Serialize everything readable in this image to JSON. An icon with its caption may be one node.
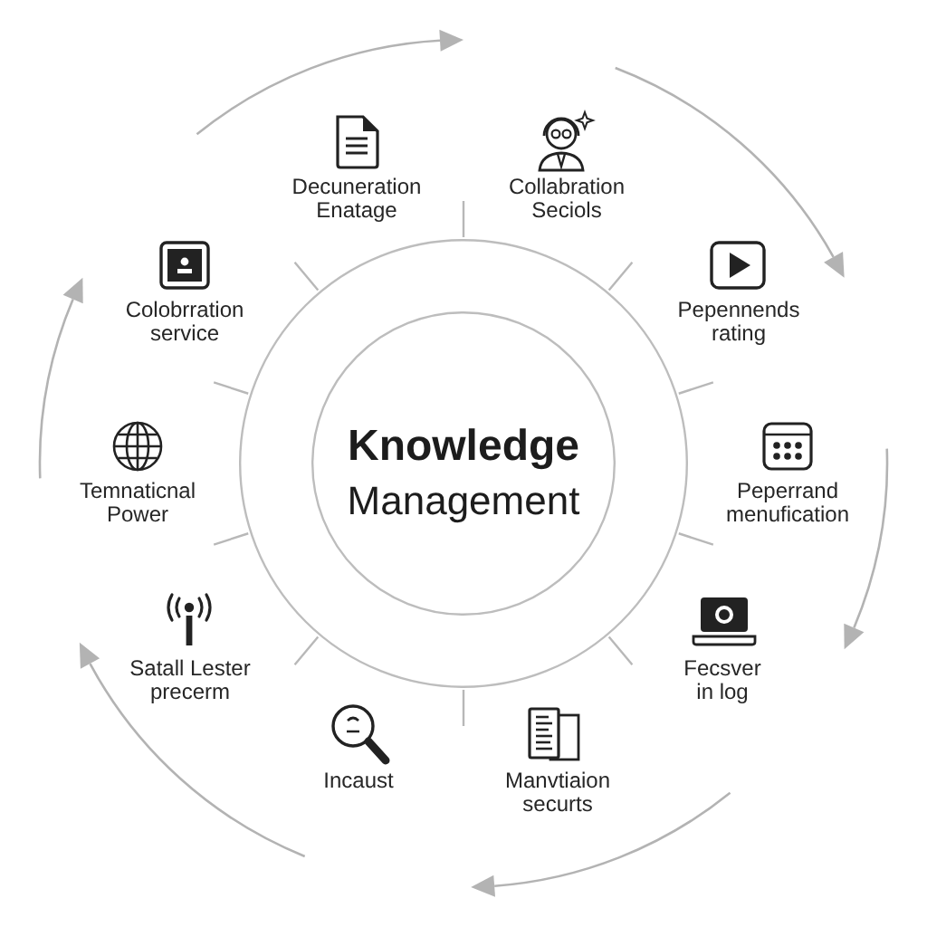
{
  "diagram": {
    "nodes": [
      {
        "text": [],
        "shape": "circle"
      },
      {
        "text": [
          "Knowledge",
          "Management"
        ],
        "in": 0
      }
    ],
    "labels": [
      "Decuneration Enatage",
      "Collabration Seciols",
      "Colobrration service",
      "Pepennends rating",
      "Temnaticnal Power",
      "Peperrand menufication",
      "Satall Lester precerm",
      "Fecsver in log",
      "Incaust",
      "Manvtiaion securts"
    ]
  }
}
